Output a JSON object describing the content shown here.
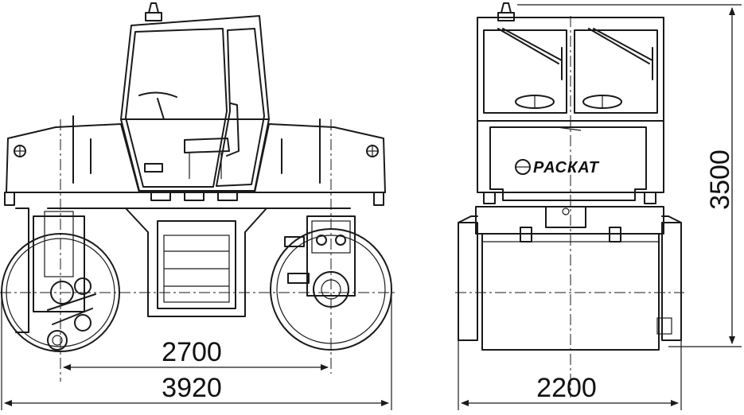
{
  "brand": {
    "logo_text": "РАСКАТ"
  },
  "dimensions": {
    "wheelbase": "2700",
    "overall_length": "3920",
    "overall_width": "2200",
    "overall_height": "3500"
  },
  "colors": {
    "line": "#1a1a1a",
    "background": "#ffffff"
  }
}
